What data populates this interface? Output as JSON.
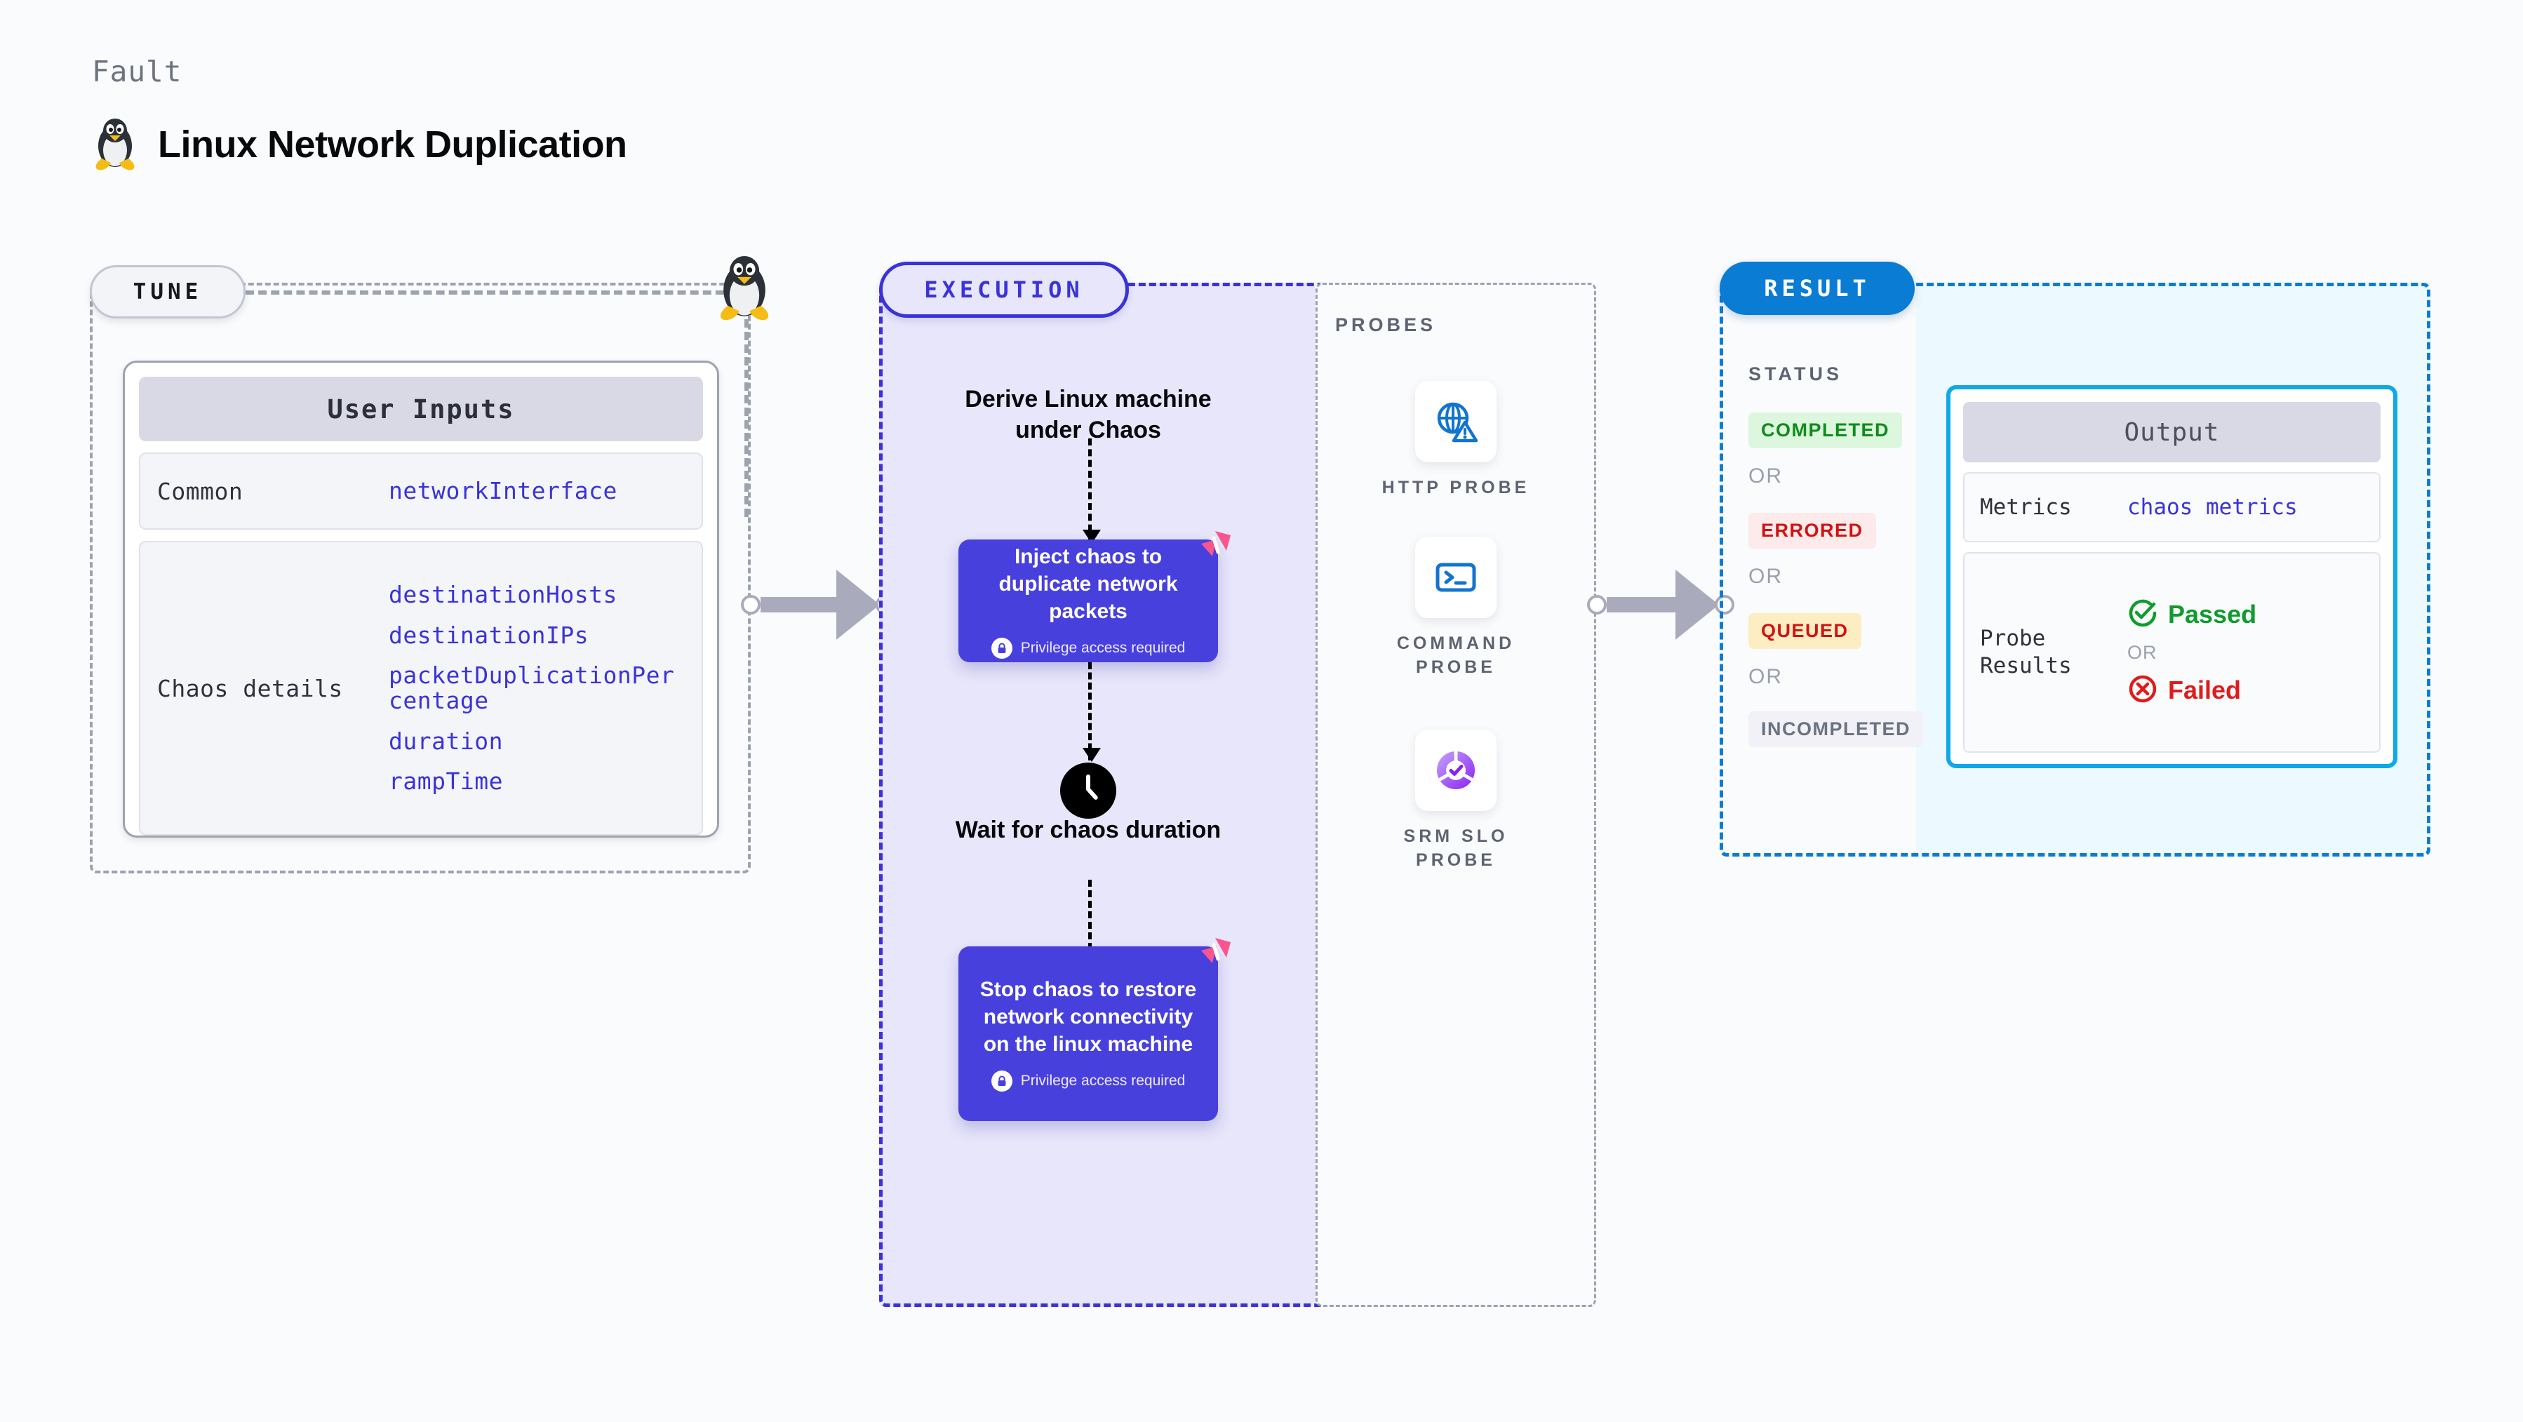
{
  "header": {
    "eyebrow": "Fault",
    "title": "Linux Network Duplication",
    "icon": "linux-penguin-icon"
  },
  "tune": {
    "pill_label": "TUNE",
    "penguin_icon": "linux-penguin-icon",
    "card": {
      "title": "User Inputs",
      "sections": [
        {
          "label": "Common",
          "values": [
            "networkInterface"
          ]
        },
        {
          "label": "Chaos details",
          "values": [
            "destinationHosts",
            "destinationIPs",
            "packetDuplicationPercentage",
            "duration",
            "rampTime"
          ]
        }
      ]
    }
  },
  "execution": {
    "pill_label": "EXECUTION",
    "steps": {
      "derive": "Derive Linux machine under Chaos",
      "inject_title": "Inject chaos to duplicate network packets",
      "inject_privilege": "Privilege access required",
      "wait": "Wait for chaos duration",
      "wait_icon": "clock-icon",
      "stop_title": "Stop chaos to restore network connectivity on the linux machine",
      "stop_privilege": "Privilege access required",
      "privilege_icon": "lock-icon",
      "harness_icon": "harness-logo-icon"
    }
  },
  "probes": {
    "label": "PROBES",
    "items": [
      {
        "name": "HTTP PROBE",
        "icon": "globe-warning-icon"
      },
      {
        "name": "COMMAND PROBE",
        "icon": "terminal-icon"
      },
      {
        "name": "SRM SLO PROBE",
        "icon": "slo-check-icon"
      }
    ]
  },
  "result": {
    "pill_label": "RESULT",
    "status_label": "STATUS",
    "or_label": "OR",
    "statuses": [
      {
        "label": "COMPLETED",
        "bg": "#ddf7de",
        "fg": "#0f8c1b"
      },
      {
        "label": "ERRORED",
        "bg": "#fdeaea",
        "fg": "#cf1313"
      },
      {
        "label": "QUEUED",
        "bg": "#fdedc3",
        "fg": "#cf1313"
      },
      {
        "label": "INCOMPLETED",
        "bg": "#f1f1f7",
        "fg": "#6b7280"
      }
    ],
    "output": {
      "title": "Output",
      "metrics_label": "Metrics",
      "metrics_value": "chaos metrics",
      "probe_results_label": "Probe Results",
      "passed_label": "Passed",
      "passed_icon": "check-circle-icon",
      "failed_label": "Failed",
      "failed_icon": "x-circle-icon",
      "or_label": "OR"
    }
  },
  "colors": {
    "accent_indigo": "#3b33d8",
    "accent_blue": "#0b7cd4",
    "accent_cyan": "#0fa9e8",
    "pink": "#f9558f",
    "muted": "#9ca3af"
  }
}
